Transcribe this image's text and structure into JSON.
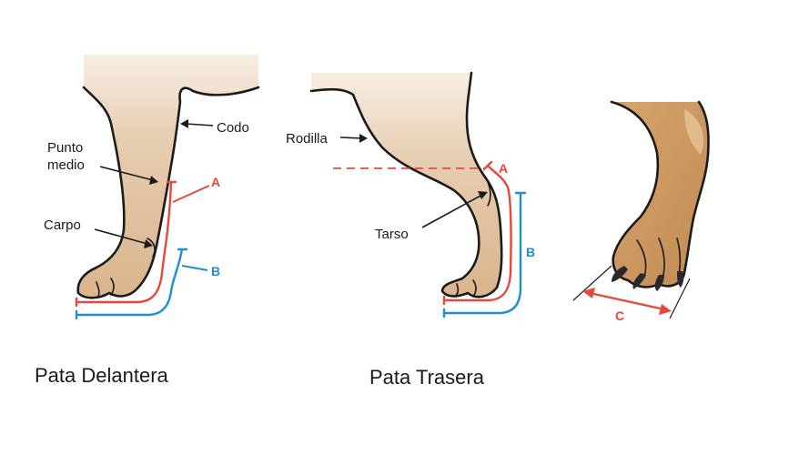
{
  "colors": {
    "measure_a": "#e8483b",
    "measure_b": "#1e8fd0",
    "measure_c": "#e8483b",
    "fur_light": "#f2e6d6",
    "fur_mid": "#d9b48c",
    "fur_dark": "#c8955d"
  },
  "front_leg": {
    "caption": "Pata Delantera",
    "labels": {
      "elbow": "Codo",
      "midpoint_line1": "Punto",
      "midpoint_line2": "medio",
      "carpus": "Carpo"
    },
    "markers": {
      "a": "A",
      "b": "B"
    }
  },
  "hind_leg": {
    "caption": "Pata Trasera",
    "labels": {
      "knee": "Rodilla",
      "tarsus": "Tarso"
    },
    "markers": {
      "a": "A",
      "b": "B"
    }
  },
  "paw": {
    "markers": {
      "c": "C"
    }
  }
}
